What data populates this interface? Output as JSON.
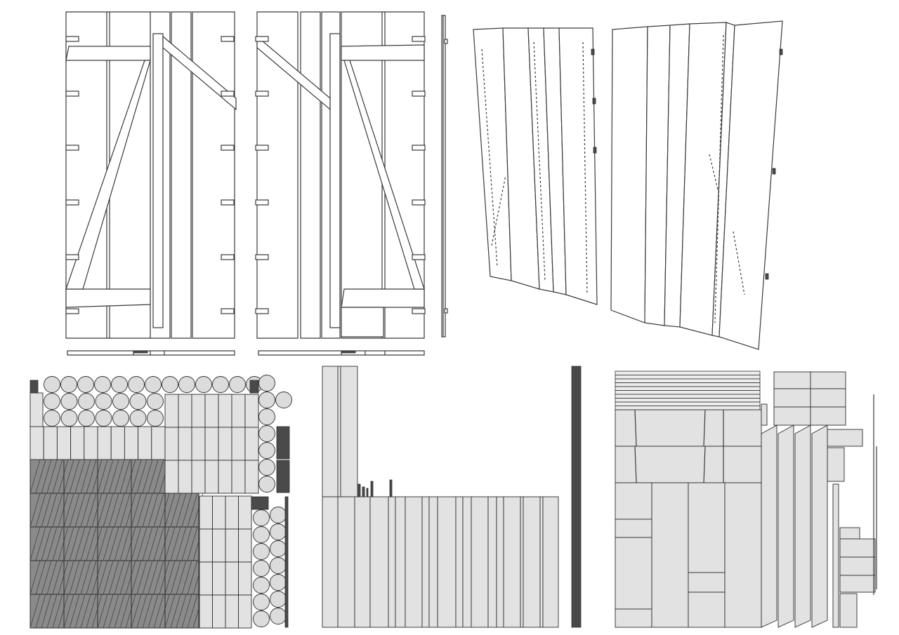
{
  "figure": {
    "panels": [
      {
        "id": "shutter-elevation",
        "kind": "line-drawing"
      },
      {
        "id": "shutter-perspective",
        "kind": "line-drawing"
      },
      {
        "id": "uv-layout-mixed",
        "kind": "texture-layout"
      },
      {
        "id": "uv-layout-planks",
        "kind": "texture-layout"
      },
      {
        "id": "uv-layout-blocks",
        "kind": "texture-layout"
      }
    ],
    "colors": {
      "background": "#ffffff",
      "line": "#3a3a3a",
      "island_fill": "#e2e2e2",
      "dark_fill": "#4a4a4a",
      "circle_fill": "#dcdcdc"
    }
  }
}
